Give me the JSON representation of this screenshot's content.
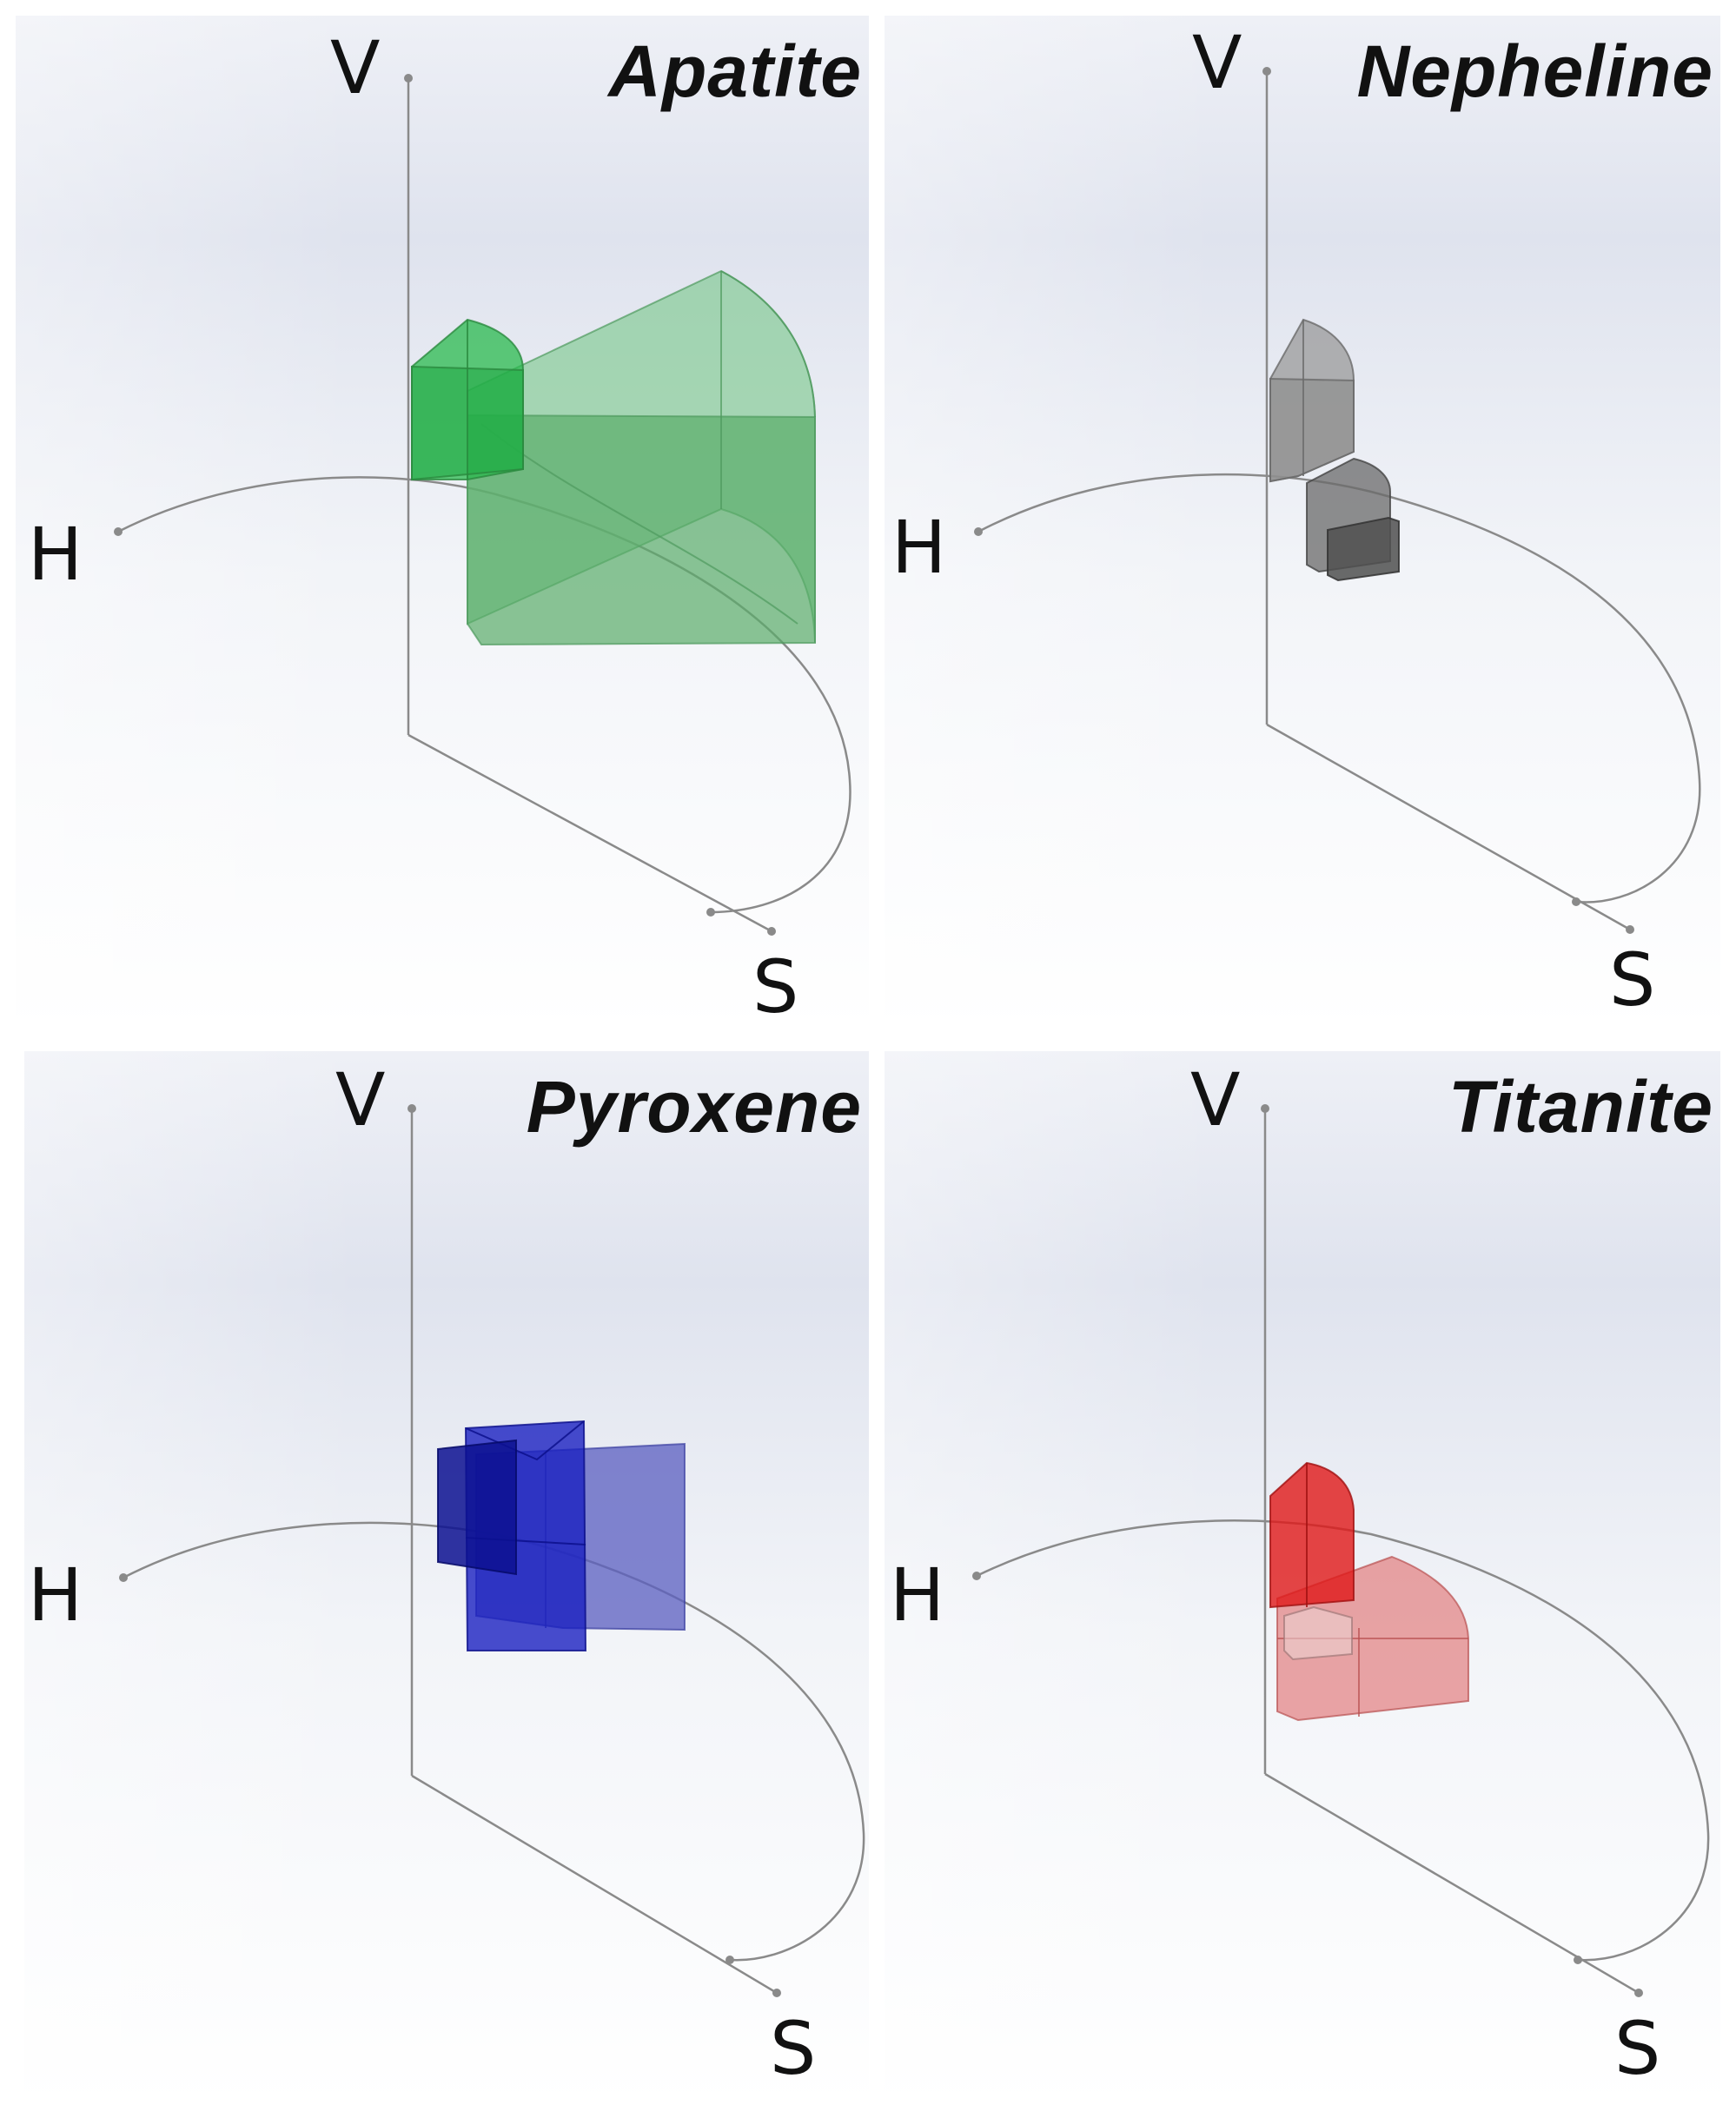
{
  "axes": {
    "v": "V",
    "h": "H",
    "s": "S"
  },
  "panels": [
    {
      "mineral": "Apatite",
      "color": "#3cb95a"
    },
    {
      "mineral": "Nepheline",
      "color": "#7a7a7a"
    },
    {
      "mineral": "Pyroxene",
      "color": "#1218c8"
    },
    {
      "mineral": "Titanite",
      "color": "#e01818"
    }
  ]
}
